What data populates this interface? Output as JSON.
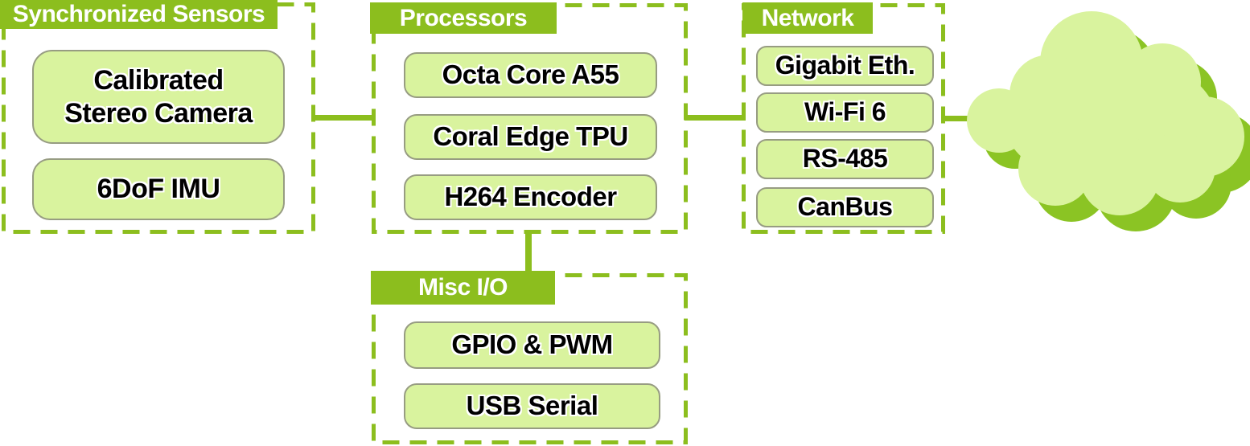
{
  "colors": {
    "accent": "#8CBE1E",
    "node_fill": "#D9F39E",
    "node_border": "#979C82",
    "cloud_fill": "#D9F39E",
    "cloud_shadow": "#8BC424",
    "banner_text": "#ffffff",
    "node_text": "#000000",
    "background": "#ffffff"
  },
  "sensors": {
    "title": "Synchronized Sensors",
    "items": [
      {
        "label": "Calibrated\nStereo Camera"
      },
      {
        "label": "6DoF IMU"
      }
    ]
  },
  "processors": {
    "title": "Processors",
    "items": [
      {
        "label": "Octa Core A55"
      },
      {
        "label": "Coral Edge TPU"
      },
      {
        "label": "H264 Encoder"
      }
    ]
  },
  "network": {
    "title": "Network",
    "items": [
      {
        "label": "Gigabit Eth."
      },
      {
        "label": "Wi-Fi 6"
      },
      {
        "label": "RS-485"
      },
      {
        "label": "CanBus"
      }
    ]
  },
  "misc_io": {
    "title": "Misc I/O",
    "items": [
      {
        "label": "GPIO & PWM"
      },
      {
        "label": "USB Serial"
      }
    ]
  },
  "icons": {
    "cloud": "cloud-icon"
  }
}
